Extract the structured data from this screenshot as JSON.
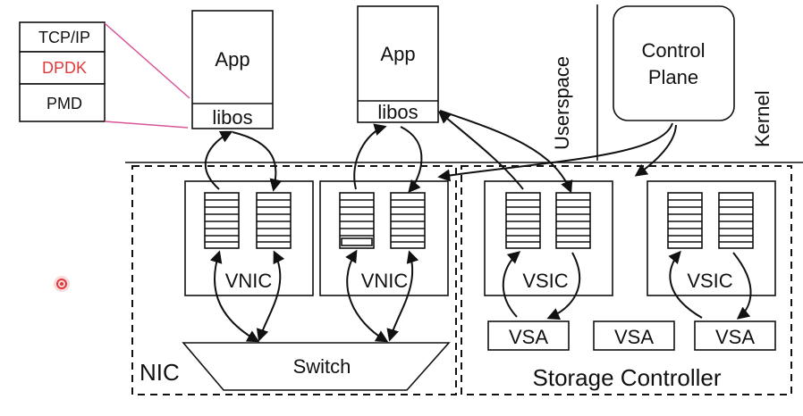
{
  "stack": {
    "layers": [
      "TCP/IP",
      "DPDK",
      "PMD"
    ],
    "highlight_color": "#e03a3a",
    "connector_color": "#d9559a"
  },
  "apps": [
    {
      "title": "App",
      "lib": "libos"
    },
    {
      "title": "App",
      "lib": "libos"
    }
  ],
  "control_plane": {
    "line1": "Control",
    "line2": "Plane"
  },
  "regions": {
    "userspace": "Userspace",
    "kernel": "Kernel"
  },
  "nic": {
    "label": "NIC",
    "vnics": [
      "VNIC",
      "VNIC"
    ],
    "switch": "Switch"
  },
  "storage": {
    "label": "Storage Controller",
    "vsics": [
      "VSIC",
      "VSIC"
    ],
    "vsas": [
      "VSA",
      "VSA",
      "VSA"
    ]
  },
  "pointer_color": "#e03a3a"
}
